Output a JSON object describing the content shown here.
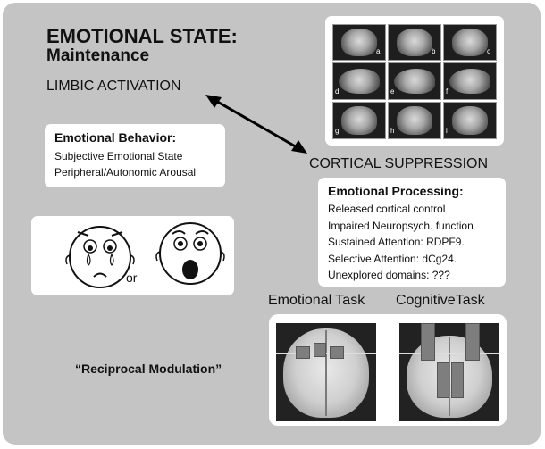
{
  "title": {
    "line1": "EMOTIONAL STATE:",
    "line2": "Maintenance"
  },
  "limbic": "LIMBIC ACTIVATION",
  "cortical": "CORTICAL SUPPRESSION",
  "emotional_behavior": {
    "heading": "Emotional Behavior:",
    "lines": [
      "Subjective Emotional State",
      "Peripheral/Autonomic Arousal"
    ]
  },
  "emotional_processing": {
    "heading": "Emotional Processing:",
    "lines": [
      "Released cortical control",
      "Impaired Neuropsych. function",
      "Sustained Attention: RDPF9.",
      "Selective Attention: dCg24.",
      "Unexplored domains: ???"
    ]
  },
  "faces_or": "or",
  "reciprocal": "“Reciprocal Modulation”",
  "tasks": {
    "emotional": "Emotional Task",
    "cognitive": "CognitiveTask"
  },
  "mri_letters": [
    "a",
    "b",
    "c",
    "d",
    "e",
    "f",
    "g",
    "h",
    "i"
  ],
  "colors": {
    "panel": "#c4c4c4",
    "box": "#ffffff",
    "text": "#111111"
  }
}
